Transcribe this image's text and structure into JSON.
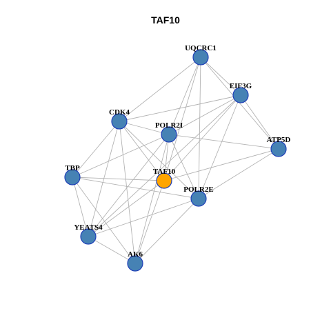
{
  "title": "TAF10",
  "colors": {
    "node_default": "#4682b4",
    "node_center": "#ffa500",
    "node_border": "#1f3fb8",
    "edge": "#b3b3b3"
  },
  "nodes": [
    {
      "id": "UQCRC1",
      "label": "UQCRC1",
      "center": false
    },
    {
      "id": "EIF3G",
      "label": "EIF3G",
      "center": false
    },
    {
      "id": "CDK4",
      "label": "CDK4",
      "center": false
    },
    {
      "id": "POLR2I",
      "label": "POLR2I",
      "center": false
    },
    {
      "id": "ATP5D",
      "label": "ATP5D",
      "center": false
    },
    {
      "id": "TBP",
      "label": "TBP",
      "center": false
    },
    {
      "id": "TAF10",
      "label": "TAF10",
      "center": true
    },
    {
      "id": "POLR2E",
      "label": "POLR2E",
      "center": false
    },
    {
      "id": "YEATS4",
      "label": "YEATS4",
      "center": false
    },
    {
      "id": "AK6",
      "label": "AK6",
      "center": false
    }
  ],
  "edges": [
    [
      "UQCRC1",
      "EIF3G"
    ],
    [
      "UQCRC1",
      "CDK4"
    ],
    [
      "UQCRC1",
      "POLR2I"
    ],
    [
      "UQCRC1",
      "TAF10"
    ],
    [
      "UQCRC1",
      "POLR2E"
    ],
    [
      "UQCRC1",
      "ATP5D"
    ],
    [
      "EIF3G",
      "CDK4"
    ],
    [
      "EIF3G",
      "POLR2I"
    ],
    [
      "EIF3G",
      "TAF10"
    ],
    [
      "EIF3G",
      "POLR2E"
    ],
    [
      "EIF3G",
      "ATP5D"
    ],
    [
      "EIF3G",
      "YEATS4"
    ],
    [
      "CDK4",
      "POLR2I"
    ],
    [
      "CDK4",
      "TBP"
    ],
    [
      "CDK4",
      "TAF10"
    ],
    [
      "CDK4",
      "POLR2E"
    ],
    [
      "CDK4",
      "YEATS4"
    ],
    [
      "CDK4",
      "AK6"
    ],
    [
      "POLR2I",
      "TBP"
    ],
    [
      "POLR2I",
      "TAF10"
    ],
    [
      "POLR2I",
      "POLR2E"
    ],
    [
      "POLR2I",
      "ATP5D"
    ],
    [
      "POLR2I",
      "YEATS4"
    ],
    [
      "POLR2I",
      "AK6"
    ],
    [
      "ATP5D",
      "TAF10"
    ],
    [
      "ATP5D",
      "POLR2E"
    ],
    [
      "TBP",
      "TAF10"
    ],
    [
      "TBP",
      "POLR2E"
    ],
    [
      "TBP",
      "YEATS4"
    ],
    [
      "TBP",
      "AK6"
    ],
    [
      "TAF10",
      "YEATS4"
    ],
    [
      "TAF10",
      "AK6"
    ],
    [
      "POLR2E",
      "YEATS4"
    ],
    [
      "POLR2E",
      "AK6"
    ],
    [
      "YEATS4",
      "AK6"
    ]
  ]
}
